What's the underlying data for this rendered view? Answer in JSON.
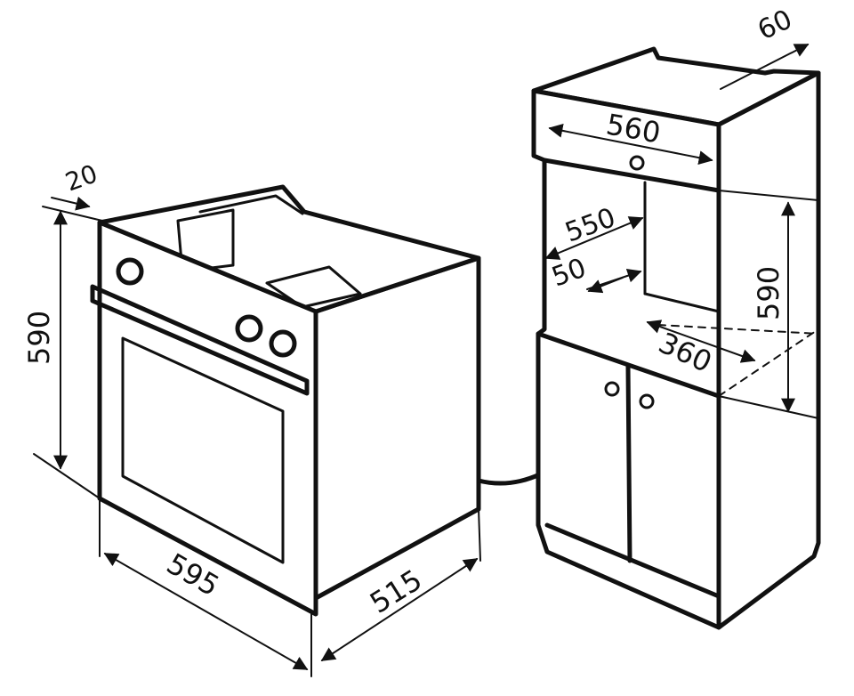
{
  "dimensions": {
    "oven_panel_depth": "20",
    "oven_height": "590",
    "oven_width": "595",
    "oven_depth": "515",
    "niche_rear_gap": "60",
    "niche_width": "560",
    "niche_depth": "550",
    "niche_front_offset": "50",
    "niche_height": "590",
    "niche_opening": "360"
  },
  "colors": {
    "line": "#111111",
    "background": "#ffffff"
  },
  "icons": {
    "plug": "power-plug-icon",
    "knob": "control-knob-icon"
  }
}
